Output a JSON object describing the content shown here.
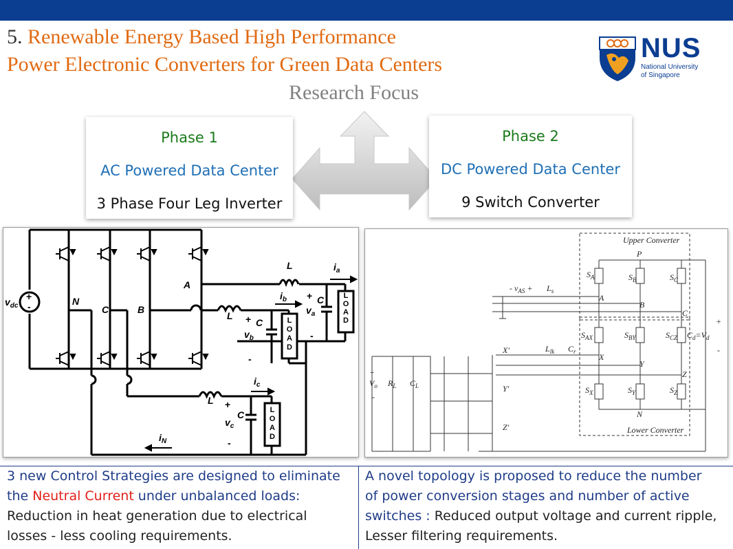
{
  "slide": {
    "title_number": "5. ",
    "title_line1": "Renewable Energy Based High Performance",
    "title_line2": "Power Electronic Converters for Green Data Centers",
    "subtitle": "Research Focus"
  },
  "logo": {
    "name": "NUS",
    "line1": "National University",
    "line2": "of Singapore"
  },
  "phase1": {
    "label": "Phase 1",
    "center": "AC Powered Data Center",
    "converter": "3 Phase Four Leg Inverter"
  },
  "phase2": {
    "label": "Phase 2",
    "center": "DC Powered Data Center",
    "converter": "9 Switch Converter"
  },
  "left_circuit": {
    "vdc": "v",
    "vdc_sub": "dc",
    "nodes": [
      "N",
      "C",
      "B",
      "A"
    ],
    "inductor": "L",
    "cap": "C",
    "load": "LOAD",
    "ia": "i",
    "ia_sub": "a",
    "ib": "i",
    "ib_sub": "b",
    "ic": "i",
    "ic_sub": "c",
    "iN": "i",
    "iN_sub": "N",
    "va": "v",
    "va_sub": "a",
    "vb": "v",
    "vb_sub": "b",
    "vc": "v",
    "vc_sub": "c"
  },
  "right_circuit": {
    "upper": "Upper Converter",
    "lower": "Lower Converter",
    "P": "P",
    "N": "N",
    "A": "A",
    "B": "B",
    "C": "C",
    "X": "X",
    "Y": "Y",
    "Z": "Z",
    "Xp": "X'",
    "Yp": "Y'",
    "Zp": "Z'",
    "SA": "S",
    "SA_sub": "A",
    "SB": "S",
    "SB_sub": "B",
    "SC": "S",
    "SC_sub": "C",
    "SAX": "S",
    "SAX_sub": "AX",
    "SBY": "S",
    "SBY_sub": "BY",
    "SCZ": "S",
    "SCZ_sub": "CZ",
    "SX": "S",
    "SX_sub": "X",
    "SY": "S",
    "SY_sub": "Y",
    "SZ": "S",
    "SZ_sub": "Z",
    "vAS": "- v",
    "vAS_sub": "AS",
    "vAS_plus": " +",
    "Ls": "L",
    "Ls_sub": "s",
    "Llk": "L",
    "Llk_sub": "lk",
    "Cr": "C",
    "Cr_sub": "r",
    "Cd": "C",
    "Cd_sub": "d",
    "Vd": "V",
    "Vd_sub": "d",
    "Vo": "V",
    "Vo_sub": "o",
    "RL": "R",
    "RL_sub": "L",
    "CL": "C",
    "CL_sub": "L",
    "eq": "=",
    "plus": "+",
    "minus": "-"
  },
  "bottom_left": {
    "l1": "3 new Control Strategies are designed to eliminate",
    "l2a": "the ",
    "l2b": "Neutral Current",
    "l2c": " under unbalanced loads:",
    "l3": "Reduction in heat generation due to electrical",
    "l4": "losses - less cooling requirements."
  },
  "bottom_right": {
    "l1": "A novel topology is proposed to reduce the number",
    "l2": "of power conversion stages and number of active",
    "l3a": "switches : ",
    "l3b": "Reduced output voltage and current ripple,",
    "l4": "Lesser filtering requirements."
  }
}
